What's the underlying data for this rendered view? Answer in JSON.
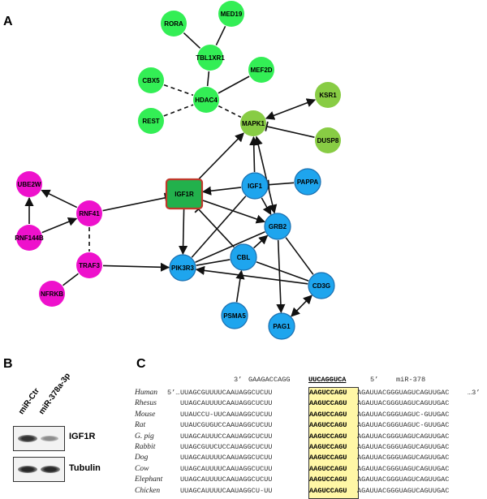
{
  "panels": {
    "a": "A",
    "b": "B",
    "c": "C"
  },
  "network": {
    "nodes": [
      {
        "id": "RORA",
        "label": "RORA",
        "color": "#33ee55"
      },
      {
        "id": "MED19",
        "label": "MED19",
        "color": "#33ee55"
      },
      {
        "id": "TBL1XR1",
        "label": "TBL1XR1",
        "color": "#33ee55"
      },
      {
        "id": "MEF2D",
        "label": "MEF2D",
        "color": "#33ee55"
      },
      {
        "id": "CBX5",
        "label": "CBX5",
        "color": "#33ee55"
      },
      {
        "id": "HDAC4",
        "label": "HDAC4",
        "color": "#33ee55"
      },
      {
        "id": "REST",
        "label": "REST",
        "color": "#33ee55"
      },
      {
        "id": "KSR1",
        "label": "KSR1",
        "color": "#88cc44"
      },
      {
        "id": "MAPK1",
        "label": "MAPK1",
        "color": "#88cc44"
      },
      {
        "id": "DUSP8",
        "label": "DUSP8",
        "color": "#88cc44"
      },
      {
        "id": "UBE2W",
        "label": "UBE2W",
        "color": "#ee11cc"
      },
      {
        "id": "RNF41",
        "label": "RNF41",
        "color": "#ee11cc"
      },
      {
        "id": "RNF144B",
        "label": "RNF144B",
        "color": "#ee11cc"
      },
      {
        "id": "TRAF3",
        "label": "TRAF3",
        "color": "#ee11cc"
      },
      {
        "id": "NFRKB",
        "label": "NFRKB",
        "color": "#ee11cc"
      },
      {
        "id": "IGF1R",
        "label": "IGF1R",
        "color": "#22b14c"
      },
      {
        "id": "IGF1",
        "label": "IGF1",
        "color": "#1ea5ee"
      },
      {
        "id": "PAPPA",
        "label": "PAPPA",
        "color": "#1ea5ee"
      },
      {
        "id": "GRB2",
        "label": "GRB2",
        "color": "#1ea5ee"
      },
      {
        "id": "CBL",
        "label": "CBL",
        "color": "#1ea5ee"
      },
      {
        "id": "PIK3R3",
        "label": "PIK3R3",
        "color": "#1ea5ee"
      },
      {
        "id": "CD3G",
        "label": "CD3G",
        "color": "#1ea5ee"
      },
      {
        "id": "PSMA5",
        "label": "PSMA5",
        "color": "#1ea5ee"
      },
      {
        "id": "PAG1",
        "label": "PAG1",
        "color": "#1ea5ee"
      }
    ],
    "edges": [
      {
        "from": "RORA",
        "to": "TBL1XR1",
        "type": "line"
      },
      {
        "from": "MED19",
        "to": "TBL1XR1",
        "type": "line"
      },
      {
        "from": "TBL1XR1",
        "to": "HDAC4",
        "type": "line"
      },
      {
        "from": "MEF2D",
        "to": "HDAC4",
        "type": "line"
      },
      {
        "from": "CBX5",
        "to": "HDAC4",
        "type": "dashed"
      },
      {
        "from": "REST",
        "to": "HDAC4",
        "type": "dashed"
      },
      {
        "from": "HDAC4",
        "to": "MAPK1",
        "type": "dashed"
      },
      {
        "from": "MAPK1",
        "to": "KSR1",
        "type": "bidirectional"
      },
      {
        "from": "DUSP8",
        "to": "MAPK1",
        "type": "inhibit"
      },
      {
        "from": "IGF1R",
        "to": "MAPK1",
        "type": "arrow"
      },
      {
        "from": "IGF1",
        "to": "MAPK1",
        "type": "arrow"
      },
      {
        "from": "GRB2",
        "to": "MAPK1",
        "type": "bidirectional"
      },
      {
        "from": "PAPPA",
        "to": "IGF1",
        "type": "inhibit"
      },
      {
        "from": "IGF1",
        "to": "IGF1R",
        "type": "arrow"
      },
      {
        "from": "IGF1R",
        "to": "GRB2",
        "type": "arrow"
      },
      {
        "from": "IGF1",
        "to": "GRB2",
        "type": "arrow"
      },
      {
        "from": "IGF1R",
        "to": "PIK3R3",
        "type": "arrow"
      },
      {
        "from": "IGF1",
        "to": "PIK3R3",
        "type": "line"
      },
      {
        "from": "GRB2",
        "to": "PIK3R3",
        "type": "line"
      },
      {
        "from": "CBL",
        "to": "IGF1R",
        "type": "inhibit"
      },
      {
        "from": "CBL",
        "to": "GRB2",
        "type": "arrow"
      },
      {
        "from": "CBL",
        "to": "PIK3R3",
        "type": "line"
      },
      {
        "from": "CD3G",
        "to": "GRB2",
        "type": "line"
      },
      {
        "from": "CD3G",
        "to": "CBL",
        "type": "line"
      },
      {
        "from": "CD3G",
        "to": "PIK3R3",
        "type": "arrow"
      },
      {
        "from": "GRB2",
        "to": "PAG1",
        "type": "arrow"
      },
      {
        "from": "CD3G",
        "to": "PAG1",
        "type": "bidirectional"
      },
      {
        "from": "PSMA5",
        "to": "CBL",
        "type": "arrow"
      },
      {
        "from": "RNF41",
        "to": "UBE2W",
        "type": "arrow"
      },
      {
        "from": "RNF144B",
        "to": "UBE2W",
        "type": "arrow"
      },
      {
        "from": "RNF144B",
        "to": "RNF41",
        "type": "arrow"
      },
      {
        "from": "RNF41",
        "to": "IGF1R",
        "type": "inhibit"
      },
      {
        "from": "RNF41",
        "to": "TRAF3",
        "type": "dashed"
      },
      {
        "from": "NFRKB",
        "to": "TRAF3",
        "type": "line"
      },
      {
        "from": "TRAF3",
        "to": "PIK3R3",
        "type": "arrow"
      }
    ]
  },
  "blot": {
    "lanes": [
      "miR-Ctr",
      "miR-378a-3p"
    ],
    "rows": [
      {
        "name": "IGF1R",
        "intensities": [
          0.9,
          0.45
        ]
      },
      {
        "name": "Tubulin",
        "intensities": [
          0.95,
          0.95
        ]
      }
    ]
  },
  "alignment": {
    "mirna": {
      "prime3": "3’",
      "pre": "GAAGACCAGG",
      "seed": "UUCAGGUCA",
      "prime5": "5’",
      "name": "miR-378"
    },
    "rows": [
      {
        "species": "Human",
        "left": "5’…",
        "pre": "UUAGCGUUUUCAAUAGGCUCUU",
        "seed": "AAGUCCAGU",
        "post": "AGAUUACGGGUAGUCAGUUGAC",
        "right": "…3’"
      },
      {
        "species": "Rhesus",
        "left": "",
        "pre": "UUAGCAUUUUCAAUAGGCUCUU",
        "seed": "AAGUCCAGU",
        "post": "AGAUUACGGGUAGUCAGUUGAC",
        "right": ""
      },
      {
        "species": "Mouse",
        "left": "",
        "pre": "UUAUCCU-UUCAAUAGGCUCUU",
        "seed": "AAGUCCAGU",
        "post": "AGAUUACGGGUAGUC-GUUGAC",
        "right": ""
      },
      {
        "species": "Rat",
        "left": "",
        "pre": "UUAUCGUGUCCAAUAGGCUCUU",
        "seed": "AAGUCCAGU",
        "post": "AGAUUACGGGUAGUC-GUUGAC",
        "right": ""
      },
      {
        "species": "G. pig",
        "left": "",
        "pre": "UUAGCAUUUCCAAUAGGCUCUU",
        "seed": "AAGUCCAGU",
        "post": "AGAUUACGGGUAGUCAGUUGAC",
        "right": ""
      },
      {
        "species": "Rabbit",
        "left": "",
        "pre": "UUAGCGUUCUCCAUAGGCUCUU",
        "seed": "AAGUCCAGU",
        "post": "AGAUUACGGGUAGUCAGUUGAC",
        "right": ""
      },
      {
        "species": "Dog",
        "left": "",
        "pre": "UUAGCAUUUUCAAUAGGCUCUU",
        "seed": "AAGUCCAGU",
        "post": "AGAUUACGGGUAGUCAGUUGAC",
        "right": ""
      },
      {
        "species": "Cow",
        "left": "",
        "pre": "UUAGCAUUUUCAAUAGGCUCUU",
        "seed": "AAGUCCAGU",
        "post": "AGAUUACGGGUAGUCAGUUGAC",
        "right": ""
      },
      {
        "species": "Elephant",
        "left": "",
        "pre": "UUAGCAUUUUCAAUAGGCUCUU",
        "seed": "AAGUCCAGU",
        "post": "AGAUUACGGGUAGUCAGUUGAC",
        "right": ""
      },
      {
        "species": "Chicken",
        "left": "",
        "pre": "UUAGCAUUUUCAAUAGGCU-UU",
        "seed": "AAGUCCAGU",
        "post": "AGAUUACGGGUAGUCAGUUGAC",
        "right": ""
      }
    ]
  }
}
